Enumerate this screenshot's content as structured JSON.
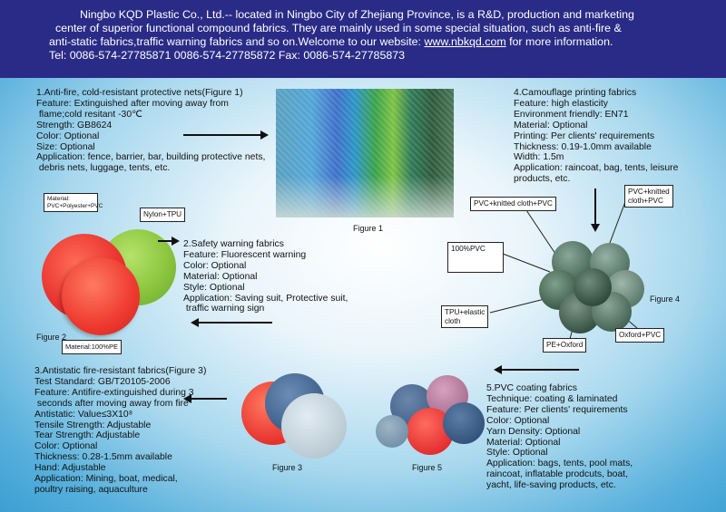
{
  "header": {
    "line1": "Ningbo KQD Plastic Co., Ltd.-- located in Ningbo City of Zhejiang Province, is a R&D, production and marketing",
    "line2": "center of superior functional compound fabrics. They are mainly used in some special situation, such as anti-fire &",
    "line3_pre": "anti-static fabrics,traffic warning fabrics and so on.Welcome to our website: ",
    "website": "www.nbkqd.com",
    "line3_post": " for more information.",
    "line4": "Tel: 0086-574-27785871 0086-574-27785872 Fax: 0086-574-27785873"
  },
  "section1": {
    "text": "1.Anti-fire, cold-resistant protective nets(Figure 1)\nFeature: Extinguished after moving away from\n flame;cold resitant -30℃\nStrength: GB8624\nColor: Optional\nSize: Optional\nApplication: fence, barrier, bar, building protective nets,\n debris nets, luggage, tents, etc.",
    "figure": "Figure 1"
  },
  "section2": {
    "text": "2.Safety warning fabrics\nFeature: Fluorescent warning\nColor: Optional\nMaterial: Optional\nStyle: Optional\nApplication: Saving suit, Protective suit,\n traffic warning sign",
    "figure": "Figure 2",
    "callouts": {
      "material_top": "Material:\nPVC+Polyester+PVC",
      "nylon": "Nylon+TPU",
      "material_bottom": "Material:100%PE"
    }
  },
  "section3": {
    "text": "3.Antistatic fire-resistant fabrics(Figure 3)\nTest Standard: GB/T20105-2006\nFeature: Antifire-extinguished during 3\n seconds after moving away from fire\nAntistatic: Value≤3X10⁸\nTensile Strength: Adjustable\nTear Strength: Adjustable\nColor: Optional\nThickness: 0.28-1.5mm available\nHand: Adjustable\nApplication: Mining, boat, medical,\npoultry raising, aquaculture",
    "figure": "Figure 3"
  },
  "section4": {
    "text": "4.Camouflage printing fabrics\nFeature: high elasticity\nEnvironment friendly: EN71\nMaterial: Optional\nPrinting: Per clients' requirements\nThickness: 0.19-1.0mm available\nWidth: 1.5m\nApplication: raincoat, bag, tents, leisure\nproducts, etc.",
    "figure": "Figure 4",
    "callouts": {
      "pvc_knitted_pvc": "PVC+knitted cloth+PVC",
      "pvc_knitted_right": "PVC+knitted\ncloth+PVC",
      "pvc100": "100%PVC",
      "tpu": "TPU+elastic\ncloth",
      "pe_oxford": "PE+Oxford",
      "oxford_pvc": "Oxford+PVC"
    }
  },
  "section5": {
    "text": "5.PVC coating fabrics\nTechnique: coating & laminated\nFeature: Per clients' requirements\nColor: Optional\nYarn Density: Optional\nMaterial: Optional\nStyle: Optional\nApplication: bags, tents, pool mats,\nraincoat, inflatable prodcuts, boat,\nyacht, life-saving products, etc.",
    "figure": "Figure 5"
  },
  "colors": {
    "header_bg": "#2a2b86",
    "red": "#e8322e",
    "green": "#8cc63f",
    "blue_gray": "#3e5f8a",
    "light_gray": "#b8c8d2",
    "dark_green": "#2d5a3a"
  }
}
